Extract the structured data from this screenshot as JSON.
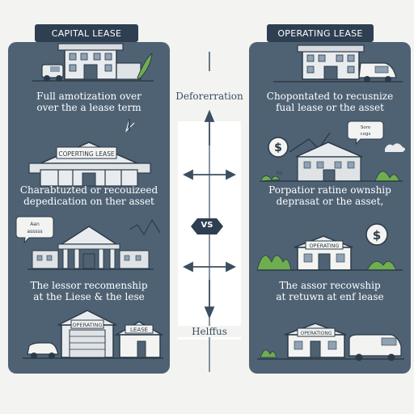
{
  "left": {
    "header": "CAPITAL LEASE",
    "text1_line1": "Full amotization over",
    "text1_line2": "over  the a lease term",
    "sign": "COPERTING LEASE",
    "text2_line1": "Charabtuzted or recouizeed",
    "text2_line2": "depedication  on ther asset",
    "bubble_line1": "Aan",
    "bubble_line2": "asssss",
    "text3_line1": "The lessor recomenship",
    "text3_line2": "at the Liese & the lese",
    "garage_sign": "OPERATING",
    "house_sign": "LEASE"
  },
  "right": {
    "header": "OPERATING LEASE",
    "text1_line1": "Chopontated  to recusnize",
    "text1_line2": "fual lease or the asset",
    "bubble_line1": "Soro",
    "bubble_line2": "cogs",
    "small_label": "01",
    "text2_line1": "Porpatior ratine ownship",
    "text2_line2": "deprasat or the asset,",
    "sign": "OPERATING",
    "text3_line1": "The assor recowship",
    "text3_line2": "at retuwn at enf lease",
    "office_sign": "OPERATIONG"
  },
  "middle": {
    "top_label": "Deforerration",
    "vs": "VS",
    "bottom_label": "Helffus"
  },
  "colors": {
    "panel": "#4f6274",
    "header_tag": "#2e3f52",
    "accent_green": "#6fae4f",
    "arrow": "#3c4f60"
  }
}
